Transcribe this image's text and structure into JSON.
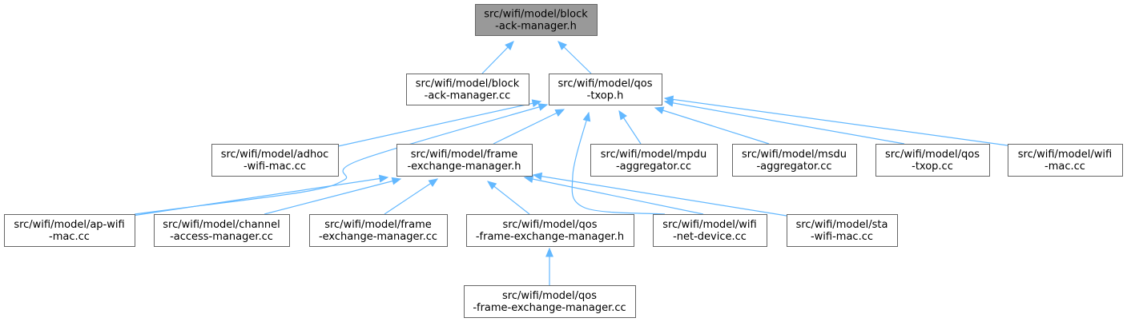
{
  "diagram": {
    "nodes": [
      {
        "id": "n0",
        "lines": [
          "src/wifi/model/block",
          "-ack-manager.h"
        ],
        "root": true
      },
      {
        "id": "n1",
        "lines": [
          "src/wifi/model/block",
          "-ack-manager.cc"
        ]
      },
      {
        "id": "n2",
        "lines": [
          "src/wifi/model/qos",
          "-txop.h"
        ]
      },
      {
        "id": "n3",
        "lines": [
          "src/wifi/model/adhoc",
          "-wifi-mac.cc"
        ]
      },
      {
        "id": "n4",
        "lines": [
          "src/wifi/model/frame",
          "-exchange-manager.h"
        ]
      },
      {
        "id": "n5",
        "lines": [
          "src/wifi/model/mpdu",
          "-aggregator.cc"
        ]
      },
      {
        "id": "n6",
        "lines": [
          "src/wifi/model/msdu",
          "-aggregator.cc"
        ]
      },
      {
        "id": "n7",
        "lines": [
          "src/wifi/model/qos",
          "-txop.cc"
        ]
      },
      {
        "id": "n8",
        "lines": [
          "src/wifi/model/wifi",
          "-mac.cc"
        ]
      },
      {
        "id": "n9",
        "lines": [
          "src/wifi/model/ap-wifi",
          "-mac.cc"
        ]
      },
      {
        "id": "n10",
        "lines": [
          "src/wifi/model/channel",
          "-access-manager.cc"
        ]
      },
      {
        "id": "n11",
        "lines": [
          "src/wifi/model/frame",
          "-exchange-manager.cc"
        ]
      },
      {
        "id": "n12",
        "lines": [
          "src/wifi/model/qos",
          "-frame-exchange-manager.h"
        ]
      },
      {
        "id": "n13",
        "lines": [
          "src/wifi/model/wifi",
          "-net-device.cc"
        ]
      },
      {
        "id": "n14",
        "lines": [
          "src/wifi/model/sta",
          "-wifi-mac.cc"
        ]
      },
      {
        "id": "n15",
        "lines": [
          "src/wifi/model/qos",
          "-frame-exchange-manager.cc"
        ]
      }
    ],
    "edges": [
      {
        "from": "n1",
        "to": "n0"
      },
      {
        "from": "n2",
        "to": "n0"
      },
      {
        "from": "n3",
        "to": "n2"
      },
      {
        "from": "n4",
        "to": "n2"
      },
      {
        "from": "n5",
        "to": "n2"
      },
      {
        "from": "n6",
        "to": "n2"
      },
      {
        "from": "n7",
        "to": "n2"
      },
      {
        "from": "n8",
        "to": "n2"
      },
      {
        "from": "n9",
        "to": "n2"
      },
      {
        "from": "n13",
        "to": "n2"
      },
      {
        "from": "n9",
        "to": "n4"
      },
      {
        "from": "n10",
        "to": "n4"
      },
      {
        "from": "n11",
        "to": "n4"
      },
      {
        "from": "n12",
        "to": "n4"
      },
      {
        "from": "n13",
        "to": "n4"
      },
      {
        "from": "n14",
        "to": "n4"
      },
      {
        "from": "n15",
        "to": "n12"
      }
    ]
  }
}
